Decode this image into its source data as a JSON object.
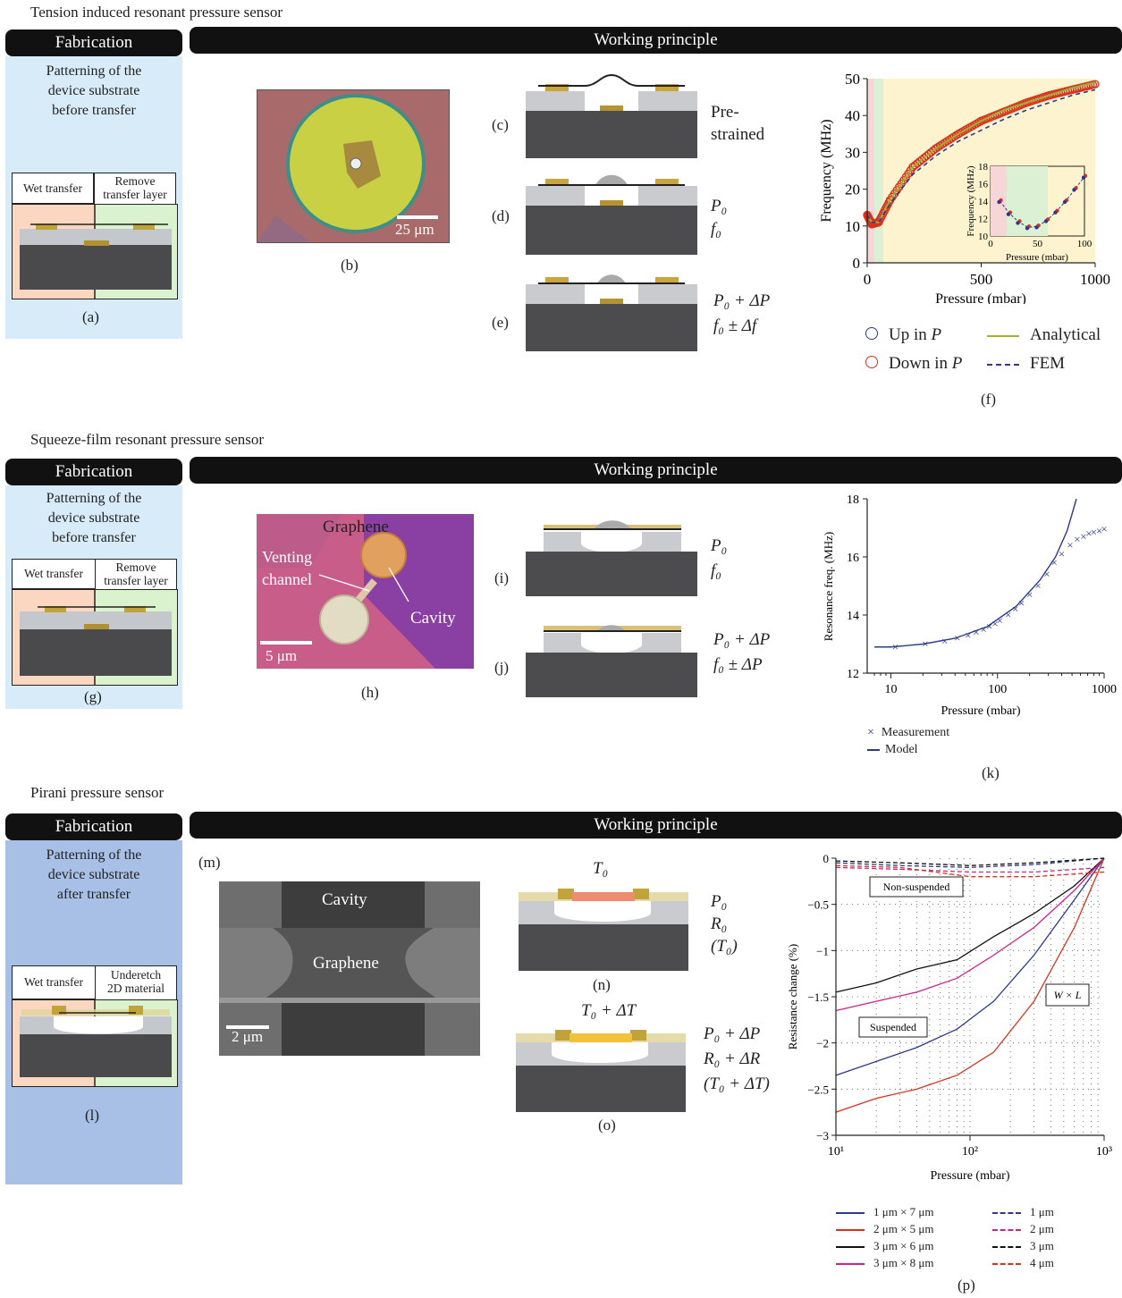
{
  "sections": {
    "tension": {
      "title": "Tension induced resonant pressure sensor"
    },
    "squeeze": {
      "title": "Squeeze-film resonant pressure sensor"
    },
    "pirani": {
      "title": "Pirani pressure sensor"
    }
  },
  "common": {
    "fabrication": "Fabrication",
    "working_principle": "Working principle"
  },
  "fab": {
    "a": {
      "text1": "Patterning of the",
      "text2": "device substrate",
      "text3": "before transfer",
      "step1": "Wet transfer",
      "step2a": "Remove",
      "step2b": "transfer layer",
      "label": "(a)"
    },
    "g": {
      "text1": "Patterning of the",
      "text2": "device substrate",
      "text3": "before transfer",
      "step1": "Wet transfer",
      "step2a": "Remove",
      "step2b": "transfer layer",
      "label": "(g)"
    },
    "l": {
      "text1": "Patterning of the",
      "text2": "device substrate",
      "text3": "after transfer",
      "step1": "Wet transfer",
      "step2a": "Underetch",
      "step2b": "2D material",
      "label": "(l)"
    }
  },
  "panel_b": {
    "label": "(b)",
    "scale": "25 μm"
  },
  "panel_c": {
    "label": "(c)",
    "text1": "Pre-",
    "text2": "strained"
  },
  "panel_d": {
    "label": "(d)",
    "l1": "P₀",
    "l2": "f₀"
  },
  "panel_e": {
    "label": "(e)",
    "l1": "P₀ + ΔP",
    "l2": "f₀ ± Δf"
  },
  "panel_f": {
    "label": "(f)",
    "legend_up": "Up in P",
    "legend_down": "Down in P",
    "legend_analytical": "Analytical",
    "legend_fem": "FEM"
  },
  "panel_h": {
    "label": "(h)",
    "graphene": "Graphene",
    "venting1": "Venting",
    "venting2": "channel",
    "cavity": "Cavity",
    "scale": "5 μm"
  },
  "panel_i": {
    "label": "(i)",
    "l1": "P₀",
    "l2": "f₀"
  },
  "panel_j": {
    "label": "(j)",
    "l1": "P₀ + ΔP",
    "l2": "f₀ ± ΔP"
  },
  "panel_k": {
    "label": "(k)",
    "legend_meas": "Measurement",
    "legend_model": "Model"
  },
  "panel_m": {
    "label": "(m)",
    "cavity": "Cavity",
    "graphene": "Graphene",
    "scale": "2 μm"
  },
  "panel_n": {
    "label": "(n)",
    "top": "T₀",
    "l1": "P₀",
    "l2": "R₀",
    "l3": "(T₀)"
  },
  "panel_o": {
    "label": "(o)",
    "top": "T₀ + ΔT",
    "l1": "P₀ + ΔP",
    "l2": "R₀ + ΔR",
    "l3": "(T₀ + ΔT)"
  },
  "panel_p": {
    "label": "(p)",
    "nonsusp": "Non-suspended",
    "susp": "Suspended",
    "wxl": "W × L"
  },
  "colors": {
    "bar": "#111111",
    "fab_light": "#d8ebf8",
    "fab_dark": "#a8bfe6",
    "blue": "#2b3a8f",
    "red": "#d8321e",
    "magenta": "#d0208a"
  },
  "chart_data": [
    {
      "id": "f",
      "type": "scatter",
      "xlabel": "Pressure (mbar)",
      "ylabel": "Frequency (MHz)",
      "xlim": [
        0,
        1000
      ],
      "ylim": [
        0,
        50
      ],
      "xticks": [
        "0",
        "500",
        "1000"
      ],
      "yticks": [
        "0",
        "10",
        "20",
        "30",
        "40",
        "50"
      ],
      "series": [
        {
          "name": "Up in P",
          "x": [
            0,
            20,
            50,
            100,
            200,
            300,
            400,
            500,
            600,
            700,
            800,
            900,
            1000
          ],
          "y": [
            14,
            11,
            11,
            17,
            26,
            31,
            35,
            38,
            41,
            43,
            45,
            47,
            48.5
          ]
        },
        {
          "name": "Down in P",
          "x": [
            0,
            20,
            50,
            100,
            200,
            300,
            400,
            500,
            600,
            700,
            800,
            900,
            1000
          ],
          "y": [
            13,
            10.5,
            11,
            17,
            26,
            31,
            35,
            38.5,
            41,
            43.5,
            45.5,
            47,
            48.5
          ]
        },
        {
          "name": "Analytical",
          "x": [
            0,
            20,
            50,
            100,
            200,
            300,
            400,
            500,
            600,
            700,
            800,
            900,
            1000
          ],
          "y": [
            13,
            11,
            11,
            17,
            26,
            31,
            35,
            38.5,
            41.5,
            43.5,
            45.5,
            47.5,
            49
          ]
        },
        {
          "name": "FEM",
          "x": [
            0,
            20,
            50,
            100,
            200,
            300,
            400,
            500,
            600,
            700,
            800,
            900,
            1000
          ],
          "y": [
            13,
            11,
            11,
            16,
            24,
            29,
            33,
            36,
            39,
            41.5,
            43.5,
            45.5,
            47
          ]
        }
      ],
      "inset": {
        "xlabel": "Pressure (mbar)",
        "ylabel": "Frequency (MHz)",
        "xlim": [
          0,
          100
        ],
        "ylim": [
          10,
          18
        ],
        "xticks": [
          "0",
          "50",
          "100"
        ],
        "yticks": [
          "10",
          "12",
          "14",
          "16",
          "18"
        ],
        "x": [
          10,
          20,
          30,
          40,
          50,
          60,
          70,
          80,
          90,
          100
        ],
        "y": [
          14,
          12.6,
          11.6,
          11.0,
          11.1,
          11.8,
          12.8,
          14.0,
          15.4,
          16.8
        ]
      }
    },
    {
      "id": "k",
      "type": "scatter",
      "xlabel": "Pressure (mbar)",
      "ylabel": "Resonance freq. (MHz)",
      "xscale": "log",
      "xlim": [
        6,
        1000
      ],
      "ylim": [
        12,
        18
      ],
      "xticks": [
        "10",
        "100",
        "1000"
      ],
      "yticks": [
        "12",
        "14",
        "16",
        "18"
      ],
      "series": [
        {
          "name": "Measurement",
          "x": [
            11,
            21,
            32,
            42,
            53,
            63,
            74,
            84,
            95,
            105,
            126,
            147,
            168,
            200,
            240,
            290,
            340,
            400,
            480,
            560,
            640,
            720,
            800,
            900,
            1000
          ],
          "y": [
            12.9,
            13.0,
            13.1,
            13.2,
            13.3,
            13.4,
            13.5,
            13.6,
            13.7,
            13.8,
            14.0,
            14.2,
            14.4,
            14.7,
            15.0,
            15.4,
            15.8,
            16.1,
            16.4,
            16.6,
            16.7,
            16.8,
            16.85,
            16.9,
            16.95
          ]
        },
        {
          "name": "Model",
          "x": [
            7,
            10,
            20,
            40,
            80,
            150,
            250,
            350,
            450,
            550
          ],
          "y": [
            12.9,
            12.9,
            13.0,
            13.2,
            13.6,
            14.3,
            15.2,
            16.0,
            16.9,
            18.0
          ]
        }
      ]
    },
    {
      "id": "p",
      "type": "line",
      "xlabel": "Pressure (mbar)",
      "ylabel": "Resistance change (%)",
      "xscale": "log",
      "xlim": [
        10,
        1000
      ],
      "ylim": [
        -3,
        0
      ],
      "xticks": [
        "10¹",
        "10²",
        "10³"
      ],
      "yticks": [
        "0",
        "−0.5",
        "−1",
        "−1.5",
        "−2",
        "−2.5",
        "−3"
      ],
      "series": [
        {
          "name": "1 μm × 7 μm",
          "style": "solid",
          "x": [
            10,
            20,
            40,
            80,
            150,
            300,
            600,
            1000
          ],
          "y": [
            -2.35,
            -2.2,
            -2.05,
            -1.85,
            -1.55,
            -1.05,
            -0.45,
            0
          ]
        },
        {
          "name": "2 μm × 5 μm",
          "style": "solid",
          "x": [
            10,
            20,
            40,
            80,
            150,
            300,
            600,
            1000
          ],
          "y": [
            -2.75,
            -2.6,
            -2.5,
            -2.35,
            -2.1,
            -1.55,
            -0.75,
            0
          ]
        },
        {
          "name": "3 μm × 6 μm",
          "style": "solid",
          "x": [
            10,
            20,
            40,
            80,
            150,
            300,
            600,
            1000
          ],
          "y": [
            -1.45,
            -1.35,
            -1.2,
            -1.1,
            -0.85,
            -0.6,
            -0.3,
            0
          ]
        },
        {
          "name": "3 μm × 8 μm",
          "style": "solid",
          "x": [
            10,
            20,
            40,
            80,
            150,
            300,
            600,
            1000
          ],
          "y": [
            -1.65,
            -1.55,
            -1.45,
            -1.3,
            -1.05,
            -0.75,
            -0.35,
            0
          ]
        },
        {
          "name": "1 μm",
          "style": "dashed",
          "x": [
            10,
            30,
            100,
            300,
            1000
          ],
          "y": [
            -0.05,
            -0.08,
            -0.1,
            -0.07,
            0
          ]
        },
        {
          "name": "2 μm",
          "style": "dashed",
          "x": [
            10,
            30,
            100,
            300,
            1000
          ],
          "y": [
            -0.1,
            -0.12,
            -0.15,
            -0.15,
            -0.1
          ]
        },
        {
          "name": "3 μm",
          "style": "dashed",
          "x": [
            10,
            30,
            100,
            300,
            1000
          ],
          "y": [
            -0.03,
            -0.05,
            -0.08,
            -0.05,
            0
          ]
        },
        {
          "name": "4 μm",
          "style": "dashed",
          "x": [
            10,
            30,
            100,
            300,
            1000
          ],
          "y": [
            -0.08,
            -0.1,
            -0.2,
            -0.2,
            -0.15
          ]
        }
      ]
    }
  ]
}
